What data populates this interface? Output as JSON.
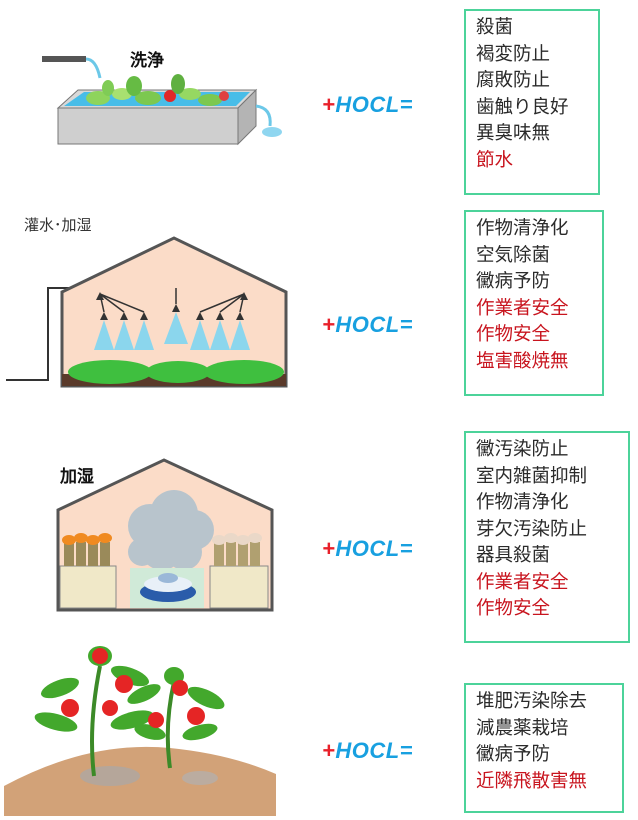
{
  "colors": {
    "positive": "#2b2b2b",
    "highlight": "#c8141e",
    "plus": "#e8202a",
    "hocl": "#18a0e0",
    "box_border": "#4cd39a"
  },
  "hocl": {
    "plus": "+",
    "word": "HOCL="
  },
  "sections": [
    {
      "label": "洗浄",
      "items": [
        {
          "text": "殺菌",
          "highlight": false
        },
        {
          "text": "褐変防止",
          "highlight": false
        },
        {
          "text": "腐敗防止",
          "highlight": false
        },
        {
          "text": "歯触り良好",
          "highlight": false
        },
        {
          "text": "異臭味無",
          "highlight": false
        },
        {
          "text": "節水",
          "highlight": true
        }
      ]
    },
    {
      "label": "灌水･加湿",
      "items": [
        {
          "text": "作物清浄化",
          "highlight": false
        },
        {
          "text": "空気除菌",
          "highlight": false
        },
        {
          "text": "黴病予防",
          "highlight": false
        },
        {
          "text": "作業者安全",
          "highlight": true
        },
        {
          "text": "作物安全",
          "highlight": true
        },
        {
          "text": "塩害酸焼無",
          "highlight": true
        }
      ]
    },
    {
      "label": "加湿",
      "items": [
        {
          "text": "黴汚染防止",
          "highlight": false
        },
        {
          "text": "室内雑菌抑制",
          "highlight": false
        },
        {
          "text": "作物清浄化",
          "highlight": false
        },
        {
          "text": "芽欠汚染防止",
          "highlight": false
        },
        {
          "text": "器具殺菌",
          "highlight": false
        },
        {
          "text": "作業者安全",
          "highlight": true
        },
        {
          "text": "作物安全",
          "highlight": true
        }
      ]
    },
    {
      "label": "",
      "items": [
        {
          "text": "堆肥汚染除去",
          "highlight": false
        },
        {
          "text": "減農薬栽培",
          "highlight": false
        },
        {
          "text": "黴病予防",
          "highlight": false
        },
        {
          "text": "近隣飛散害無",
          "highlight": true
        }
      ]
    }
  ]
}
